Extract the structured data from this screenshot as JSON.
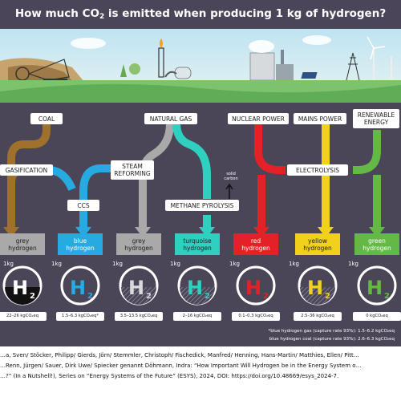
{
  "title": {
    "part1": "How much CO",
    "sub": "2",
    "part2": " is emitted when producing 1 kg of hydrogen?"
  },
  "sources": {
    "coal": "COAL",
    "natural_gas": "NATURAL GAS",
    "nuclear": "NUCLEAR POWER",
    "mains": "MAINS POWER",
    "renewable": "RENEWABLE ENERGY"
  },
  "processes": {
    "gasification": "GASIFICATION",
    "steam_reforming": "STEAM REFORMING",
    "ccs": "CCS",
    "methane_pyrolysis": "METHANE PYROLYSIS",
    "electrolysis": "ELECTROLYSIS",
    "solid_carbon": "solid carbon"
  },
  "hydrogen": [
    {
      "name": "grey",
      "word": "hydrogen",
      "emission": "22–26 kgCO₂eq",
      "kg": "1kg"
    },
    {
      "name": "blue",
      "word": "hydrogen",
      "emission": "1.5–6.3 kgCO₂eq*",
      "kg": "1kg"
    },
    {
      "name": "grey",
      "word": "hydrogen",
      "emission": "3.5–13.5 kgCO₂eq",
      "kg": "1kg"
    },
    {
      "name": "turquoise",
      "word": "hydrogen",
      "emission": "2–16 kgCO₂eq",
      "kg": "1kg"
    },
    {
      "name": "red",
      "word": "hydrogen",
      "emission": "0.1–0.3 kgCO₂eq",
      "kg": "1kg"
    },
    {
      "name": "yellow",
      "word": "hydrogen",
      "emission": "2.5–36 kgCO₂eq",
      "kg": "1kg"
    },
    {
      "name": "green",
      "word": "hydrogen",
      "emission": "0 kgCO₂eq",
      "kg": "1kg"
    }
  ],
  "h2_symbol": {
    "letter": "H",
    "sub": "2"
  },
  "notes": {
    "line1": "*blue hydrogen gas (capture rate 93%): 1.5–6.2 kgCO₂eq",
    "line2": "blue hydrogen coal (capture rate 93%): 2.6–6.3 kgCO₂eq"
  },
  "citation": {
    "line1": "…a, Sven/ Stöcker, Philipp/ Gierds, Jörn/ Stemmler, Christoph/ Fischedick, Manfred/ Henning, Hans-Martin/ Matthies, Ellen/ Pitt…",
    "line2": "…Renn, Jürgen/ Sauer, Dirk Uwe/ Spiecker genannt Döhmann, Indra: “How Important Will Hydrogen be in the Energy System o…",
    "line3": "…?” (In a Nutshell!), Series on “Energy Systems of the Future” (ESYS), 2024, DOI: https://doi.org/10.48669/esys_2024-7."
  },
  "colors": {
    "grey": "#a9a9a9",
    "blue": "#27a9e1",
    "turquoise": "#2ed0c0",
    "red": "#e42126",
    "yellow": "#f2d11d",
    "green": "#64b946",
    "brown": "#a0702d",
    "background": "#4a4657"
  }
}
